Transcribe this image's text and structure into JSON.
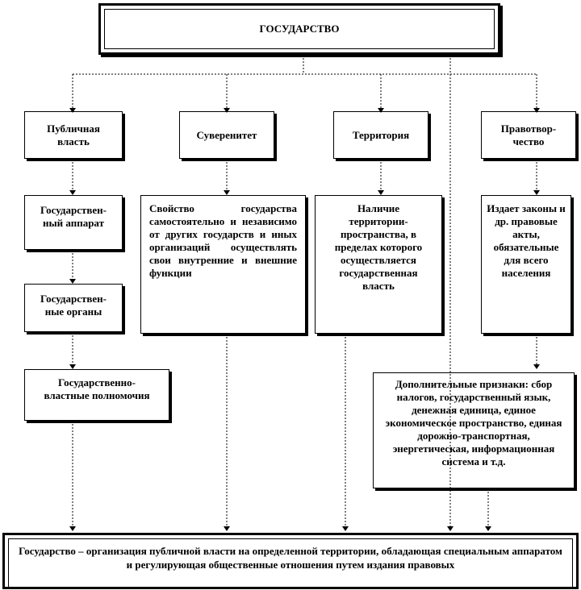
{
  "root": {
    "title": "ГОСУДАРСТВО"
  },
  "columns": [
    {
      "header": "Публичная власть",
      "header_lines": [
        "Публичная",
        "власть"
      ]
    },
    {
      "header": "Суверенитет"
    },
    {
      "header": "Территория"
    },
    {
      "header": "Правотворчество",
      "header_lines": [
        "Правотвор-",
        "чество"
      ]
    }
  ],
  "public_power_chain": [
    {
      "lines": [
        "Государствен-",
        "ный аппарат"
      ]
    },
    {
      "lines": [
        "Государствен-",
        "ные органы"
      ]
    },
    {
      "lines": [
        "Государственно-",
        "властные полномочия"
      ]
    }
  ],
  "sovereignty_desc": "Свойство государства самостоятельно и независимо от других государств и иных организаций осуществлять свои внутренние и внешние функции",
  "territory_desc": "Наличие территории-пространства, в пределах которого осуществляется государственная власть",
  "lawmaking_desc": "Издает законы и др. правовые акты, обязательные для всего населения",
  "additional_signs": "Дополнительные признаки: сбор налогов, государственный язык, денежная единица, единое экономическое пространство, единая дорожно-транспортная, энергетическая, информационная система и т.д.",
  "definition": "Государство – организация публичной власти на определенной территории, обладающая специальным аппаратом и регулирующая общественные отношения путем издания правовых"
}
